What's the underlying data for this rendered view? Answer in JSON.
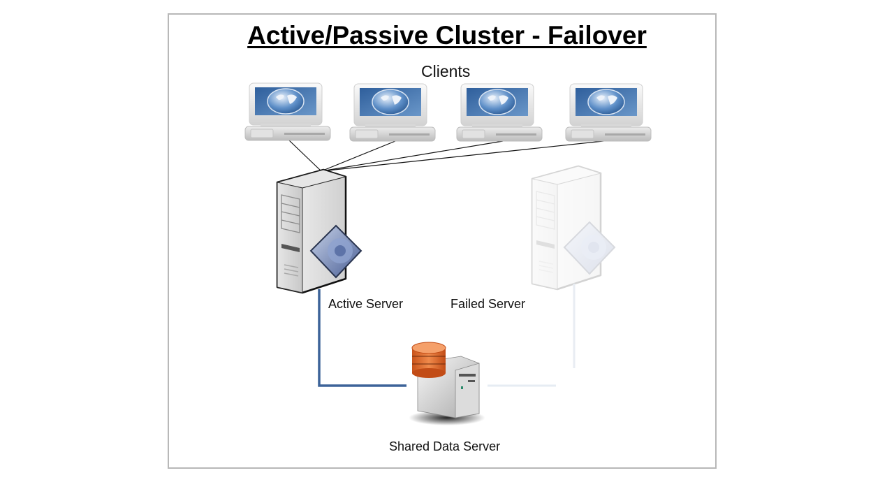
{
  "diagram": {
    "title": "Active/Passive Cluster - Failover",
    "clients_label": "Clients",
    "clients": [
      {
        "name": "client-1",
        "icon": "computer-globe-icon"
      },
      {
        "name": "client-2",
        "icon": "computer-globe-icon"
      },
      {
        "name": "client-3",
        "icon": "computer-globe-icon"
      },
      {
        "name": "client-4",
        "icon": "computer-globe-icon"
      }
    ],
    "active_server": {
      "label": "Active Server",
      "icon": "application-server-icon",
      "state": "active"
    },
    "failed_server": {
      "label": "Failed Server",
      "icon": "application-server-icon",
      "state": "failed"
    },
    "shared_server": {
      "label": "Shared Data Server",
      "icon": "database-server-icon"
    },
    "colors": {
      "active_link": "#3d6399",
      "failed_link": "#e6ecf3",
      "client_link": "#111111",
      "database": "#e0692a"
    }
  }
}
